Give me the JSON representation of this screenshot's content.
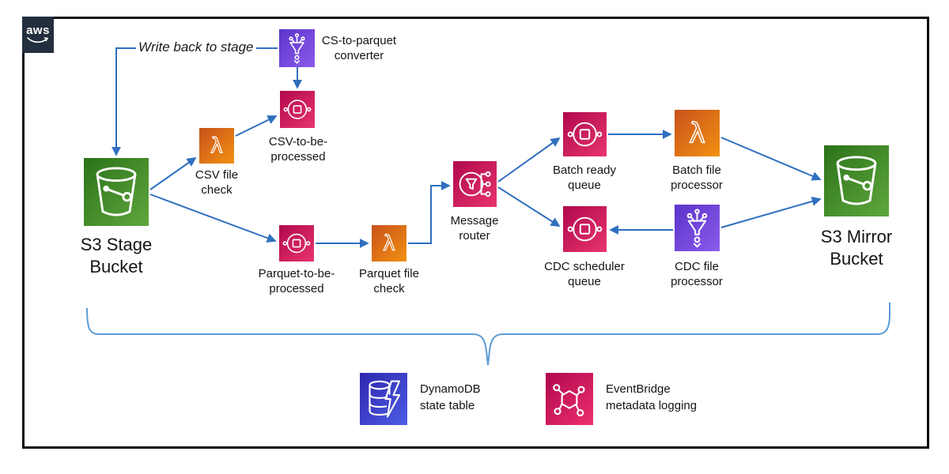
{
  "brand": {
    "logo_text": "aws"
  },
  "annotations": {
    "write_back": "Write back to stage"
  },
  "nodes": {
    "s3_stage": {
      "label": "S3 Stage\nBucket",
      "icon": "s3-bucket-icon"
    },
    "csv_check": {
      "label": "CSV file\ncheck",
      "icon": "lambda-icon"
    },
    "converter": {
      "label": "CS-to-parquet\nconverter",
      "icon": "step-functions-icon"
    },
    "csv_queue": {
      "label": "CSV-to-be-\nprocessed",
      "icon": "sqs-queue-icon"
    },
    "parquet_queue": {
      "label": "Parquet-to-be-\nprocessed",
      "icon": "sqs-queue-icon"
    },
    "parquet_check": {
      "label": "Parquet file\ncheck",
      "icon": "lambda-icon"
    },
    "router": {
      "label": "Message\nrouter",
      "icon": "sns-topic-icon"
    },
    "batch_queue": {
      "label": "Batch ready\nqueue",
      "icon": "sqs-queue-icon"
    },
    "batch_processor": {
      "label": "Batch file\nprocessor",
      "icon": "lambda-icon"
    },
    "cdc_queue": {
      "label": "CDC scheduler\nqueue",
      "icon": "sqs-queue-icon"
    },
    "cdc_processor": {
      "label": "CDC file\nprocessor",
      "icon": "step-functions-icon"
    },
    "s3_mirror": {
      "label": "S3 Mirror\nBucket",
      "icon": "s3-bucket-icon"
    }
  },
  "legend": {
    "dynamodb": {
      "label": "DynamoDB\nstate table",
      "icon": "dynamodb-icon"
    },
    "eventbridge": {
      "label": "EventBridge\nmetadata logging",
      "icon": "eventbridge-icon"
    }
  },
  "colors": {
    "s3_green_a": "#2B7219",
    "s3_green_b": "#5FA83D",
    "lambda_orange_a": "#C8511B",
    "lambda_orange_b": "#F29111",
    "queue_pink_a": "#B0084D",
    "queue_pink_b": "#E8356D",
    "sfn_purple_a": "#5B34C9",
    "sfn_purple_b": "#8B5BEC",
    "dynamo_blue_a": "#2E27AD",
    "dynamo_blue_b": "#4D5CE5",
    "eventbridge_pink_a": "#B0084D",
    "eventbridge_pink_b": "#EC2F6E",
    "arrow_blue": "#2F6FBF",
    "brace_blue": "#5B9BD5",
    "badge_navy": "#232F3E",
    "frame_black": "#0B0B0B",
    "text_dark": "#161616"
  }
}
